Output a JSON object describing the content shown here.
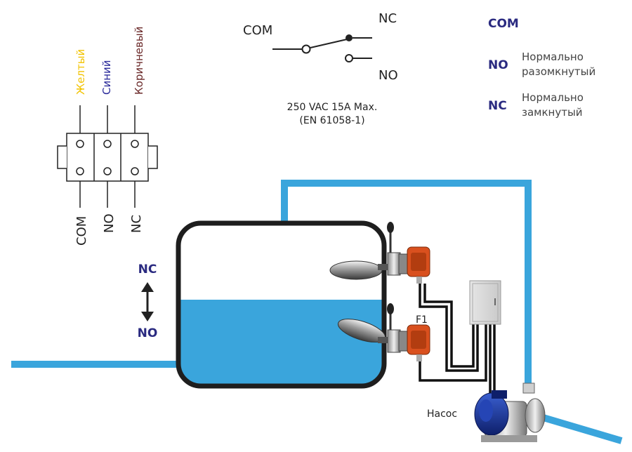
{
  "wire_colors": {
    "yellow": {
      "label": "Желтый",
      "color": "#f2c300"
    },
    "blue": {
      "label": "Синий",
      "color": "#2a2a9a"
    },
    "brown": {
      "label": "Коричневый",
      "color": "#6b2a2a"
    }
  },
  "terminals": {
    "com": "COM",
    "no": "NO",
    "nc": "NC"
  },
  "switch_symbol": {
    "com": "COM",
    "nc": "NC",
    "no": "NO",
    "rating_line1": "250 VAC 15A Max.",
    "rating_line2": "(EN 61058-1)"
  },
  "legend": {
    "com": {
      "code": "COM"
    },
    "no": {
      "code": "NO",
      "line1": "Нормально",
      "line2": "разомкнутый"
    },
    "nc": {
      "code": "NC",
      "line1": "Нормально",
      "line2": "замкнутый"
    }
  },
  "level_indicator": {
    "top": "NC",
    "bottom": "NO"
  },
  "labels": {
    "fuse": "F1",
    "pump": "Насос"
  },
  "colors": {
    "water": "#3aa5dc",
    "pipe": "#3aa5dc",
    "tank_outline": "#1e1e1e",
    "legend_code": "#2a2a80",
    "switch_body": "#d9501e"
  }
}
